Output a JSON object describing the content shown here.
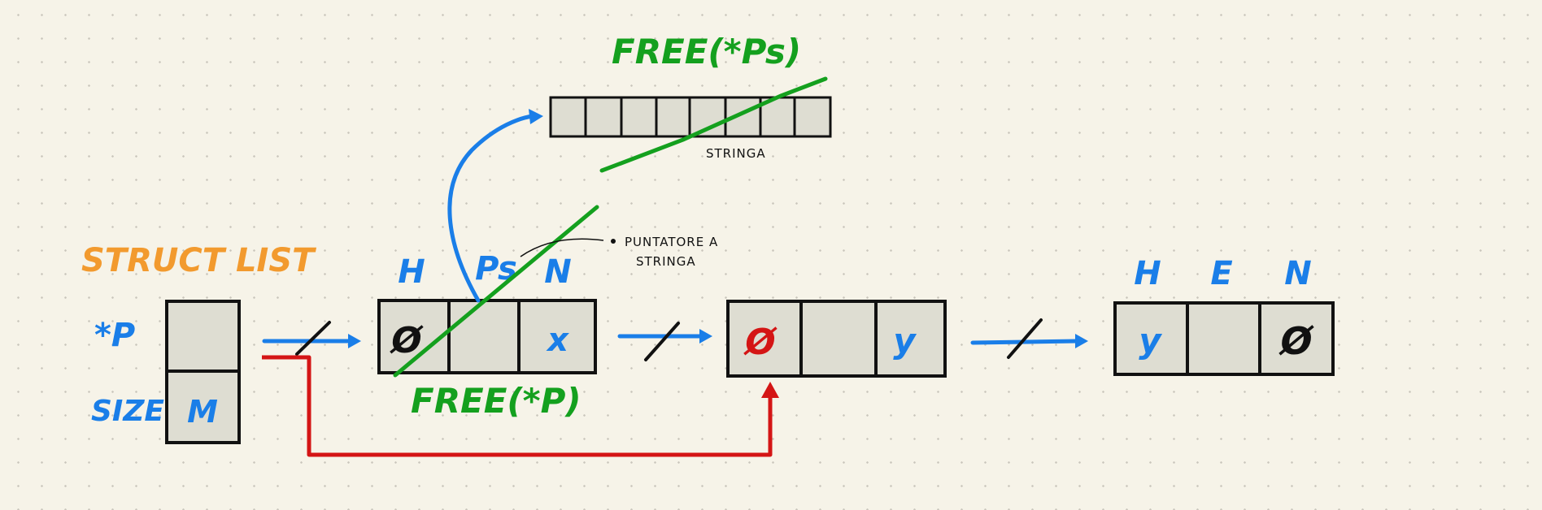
{
  "colors": {
    "blue": "#1a7ee8",
    "green": "#14a01e",
    "red": "#d41515",
    "orange": "#f29a2e",
    "black": "#111111",
    "cell_fill": "#deddd2"
  },
  "free_ps_label": "FREE(*Ps)",
  "string_label": "STRINGA",
  "pointer_note": {
    "line1": "PUNTATORE A",
    "line2": "STRINGA"
  },
  "struct_label": "STRUCT LIST",
  "struct": {
    "field_p_label": "*P",
    "field_size_label": "SIZE",
    "size_value": "M"
  },
  "free_p_label": "FREE(*P)",
  "node1": {
    "headers": [
      "H",
      "Ps",
      "N"
    ],
    "cells": [
      "Ø",
      "",
      "x"
    ]
  },
  "node2": {
    "cells": [
      "Ø",
      "",
      "y"
    ]
  },
  "node3": {
    "headers": [
      "H",
      "E",
      "N"
    ],
    "cells": [
      "y",
      "",
      "Ø"
    ]
  }
}
